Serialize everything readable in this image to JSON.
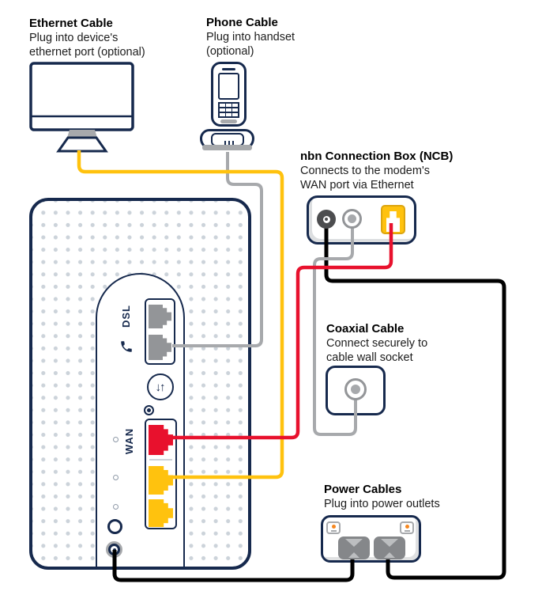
{
  "callouts": {
    "ethernet": {
      "title": "Ethernet Cable",
      "lines": [
        "Plug into device's",
        "ethernet port (optional)"
      ]
    },
    "phone": {
      "title": "Phone Cable",
      "lines": [
        "Plug into handset",
        "(optional)"
      ]
    },
    "ncb": {
      "title": "nbn Connection Box (NCB)",
      "lines": [
        "Connects to the modem's",
        "WAN port via Ethernet"
      ]
    },
    "coax": {
      "title": "Coaxial Cable",
      "lines": [
        "Connect securely to",
        "cable wall socket"
      ]
    },
    "power": {
      "title": "Power Cables",
      "lines": [
        "Plug into power outlets"
      ]
    }
  },
  "modem": {
    "dsl_label": "DSL",
    "wan_label": "WAN",
    "sync_arrows": "↓↑"
  },
  "colors": {
    "navy_outline": "#16294d",
    "ethernet_cable_yellow": "#ffc20e",
    "wan_cable_red": "#e8112d",
    "cable_gray": "#a7a9ac",
    "power_cable_black": "#000000",
    "port_gray": "#939598",
    "switch_orange": "#f6871f"
  }
}
